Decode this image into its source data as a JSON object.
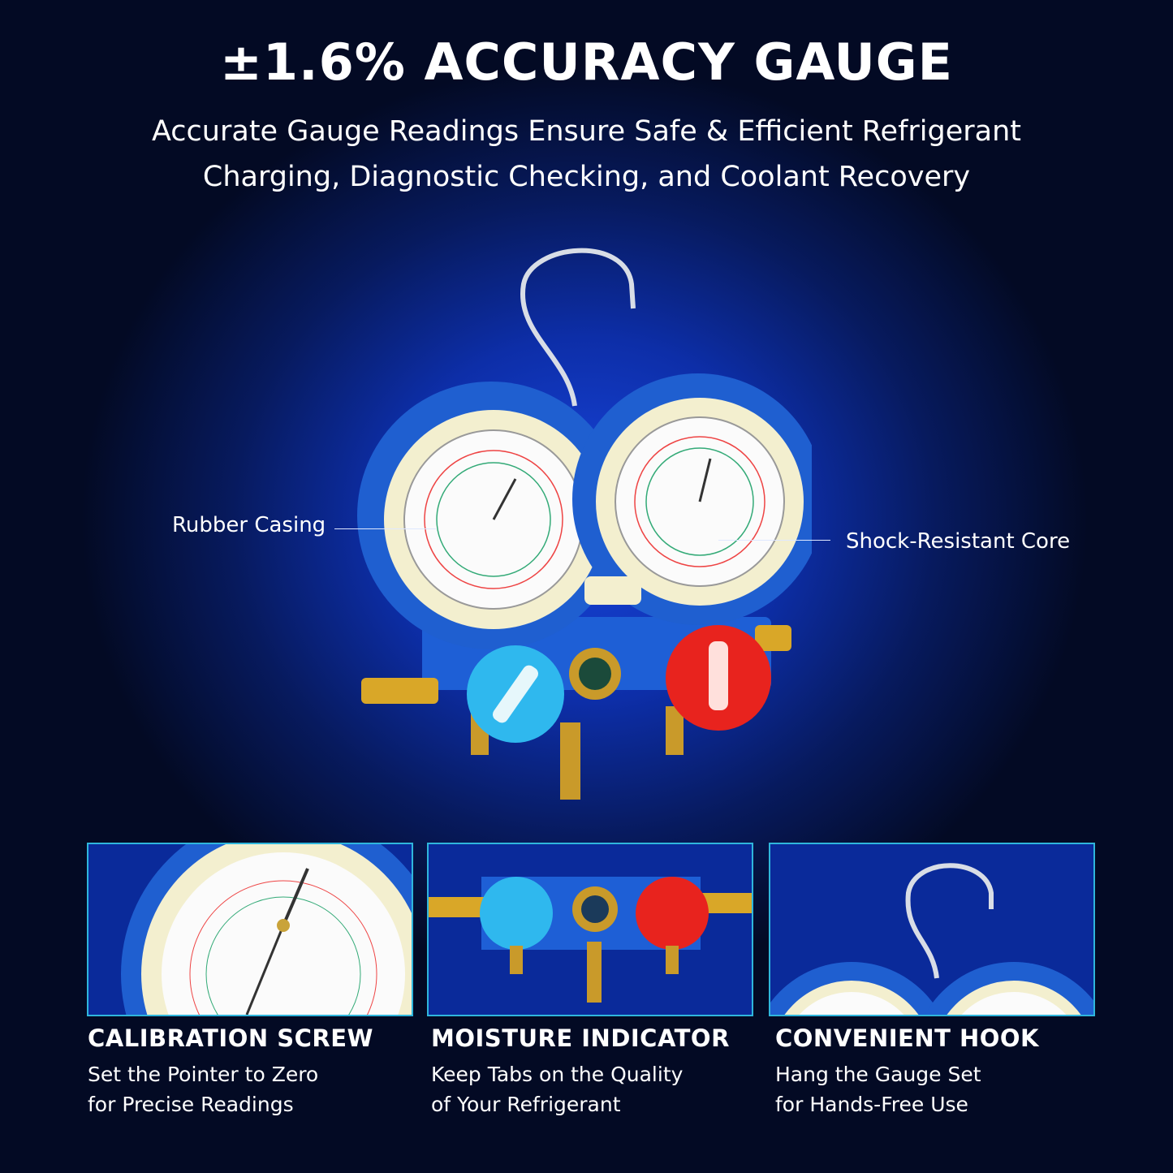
{
  "header": {
    "title": "±1.6% ACCURACY GAUGE",
    "subtitle_line1": "Accurate Gauge Readings Ensure Safe & Efficient Refrigerant",
    "subtitle_line2": "Charging, Diagnostic Checking, and Coolant Recovery"
  },
  "callouts": {
    "left": "Rubber Casing",
    "right": "Shock-Resistant Core"
  },
  "features": [
    {
      "title": "CALIBRATION SCREW",
      "line1": "Set the Pointer to Zero",
      "line2": "for Precise Readings"
    },
    {
      "title": "MOISTURE INDICATOR",
      "line1": "Keep Tabs on the Quality",
      "line2": "of Your Refrigerant"
    },
    {
      "title": "CONVENIENT HOOK",
      "line1": "Hang the Gauge Set",
      "line2": "for Hands-Free Use"
    }
  ],
  "colors": {
    "accent": "#2fb6dc",
    "low_knob": "#2fb8ee",
    "high_knob": "#e8231e",
    "casing": "#1f5fd0"
  }
}
